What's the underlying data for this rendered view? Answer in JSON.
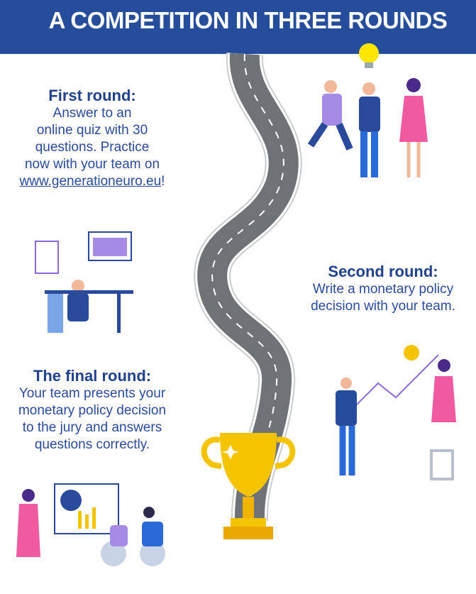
{
  "header": {
    "title": "A COMPETITION IN THREE ROUNDS"
  },
  "first_round": {
    "title": "First round:",
    "lines": [
      "Answer to an",
      "online quiz with 30",
      "questions. Practice",
      "now with your team on"
    ],
    "link": "www.generationeuro.eu",
    "link_suffix": "!"
  },
  "second_round": {
    "title": "Second round:",
    "lines": [
      "Write a monetary policy",
      "decision with your team."
    ]
  },
  "final_round": {
    "title": "The final round:",
    "lines": [
      "Your team presents your",
      "monetary policy decision",
      "to the jury and answers",
      "questions correctly."
    ]
  },
  "colors": {
    "header": "#264d9b",
    "text": "#2a4a9c",
    "road": "#6e7378",
    "trophy": "#f5c400"
  }
}
